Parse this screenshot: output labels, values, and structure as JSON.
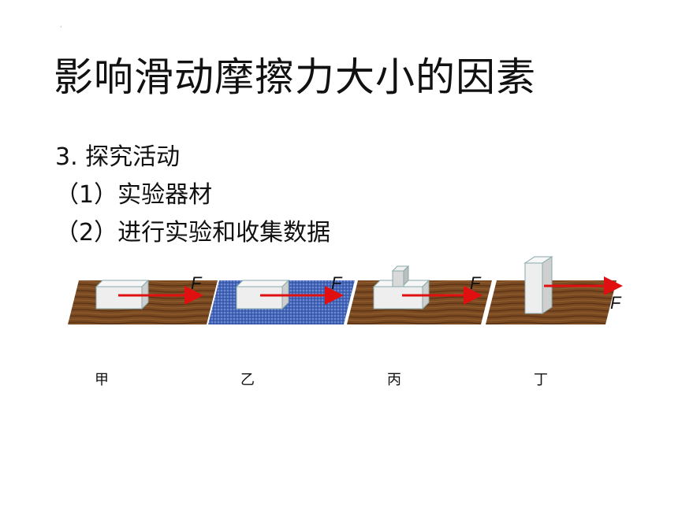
{
  "slide": {
    "marker": "·",
    "title": "影响滑动摩擦力大小的因素",
    "item_3": "3.  探究活动",
    "sub_1": "（1）实验器材",
    "sub_2": "（2）进行实验和收集数据"
  },
  "figure": {
    "force_label": "F",
    "panels": [
      {
        "label": "甲",
        "surface": "wood",
        "block": "flat"
      },
      {
        "label": "乙",
        "surface": "cloth",
        "block": "flat"
      },
      {
        "label": "丙",
        "surface": "wood",
        "block": "flat-with-small-block"
      },
      {
        "label": "丁",
        "surface": "wood",
        "block": "upright"
      }
    ]
  },
  "colors": {
    "wood": "#7a4a22",
    "cloth": "#4466b8",
    "block": "#eeeeee",
    "arrow": "#e01010"
  }
}
